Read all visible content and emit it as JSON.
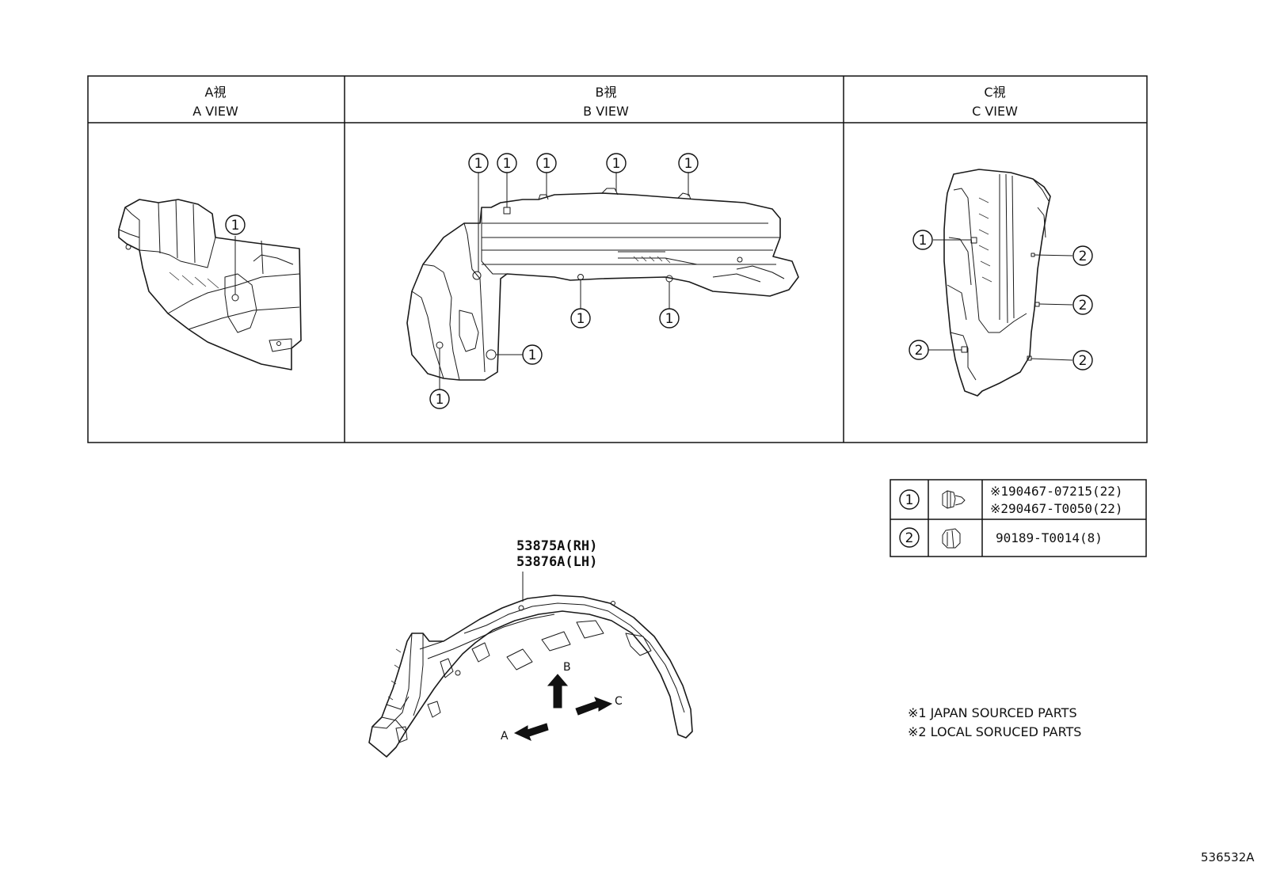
{
  "views": {
    "a": {
      "jp": "A視",
      "en": "A VIEW"
    },
    "b": {
      "jp": "B視",
      "en": "B VIEW"
    },
    "c": {
      "jp": "C視",
      "en": "C VIEW"
    }
  },
  "callouts": {
    "one": "1",
    "two": "2"
  },
  "legend": {
    "rows": [
      {
        "num": "1",
        "icon": "push-rivet-clip-icon",
        "line1": "※190467-07215(22)",
        "line2": "※290467-T0050(22)"
      },
      {
        "num": "2",
        "icon": "nut-clip-icon",
        "line1": "90189-T0014(8)"
      }
    ]
  },
  "part": {
    "rh": "53875A(RH)",
    "lh": "53876A(LH)"
  },
  "arrows": {
    "a": "A",
    "b": "B",
    "c": "C"
  },
  "notes": {
    "n1": "※1 JAPAN SOURCED PARTS",
    "n2": "※2 LOCAL SORUCED PARTS"
  },
  "diagram_code": "536532A"
}
